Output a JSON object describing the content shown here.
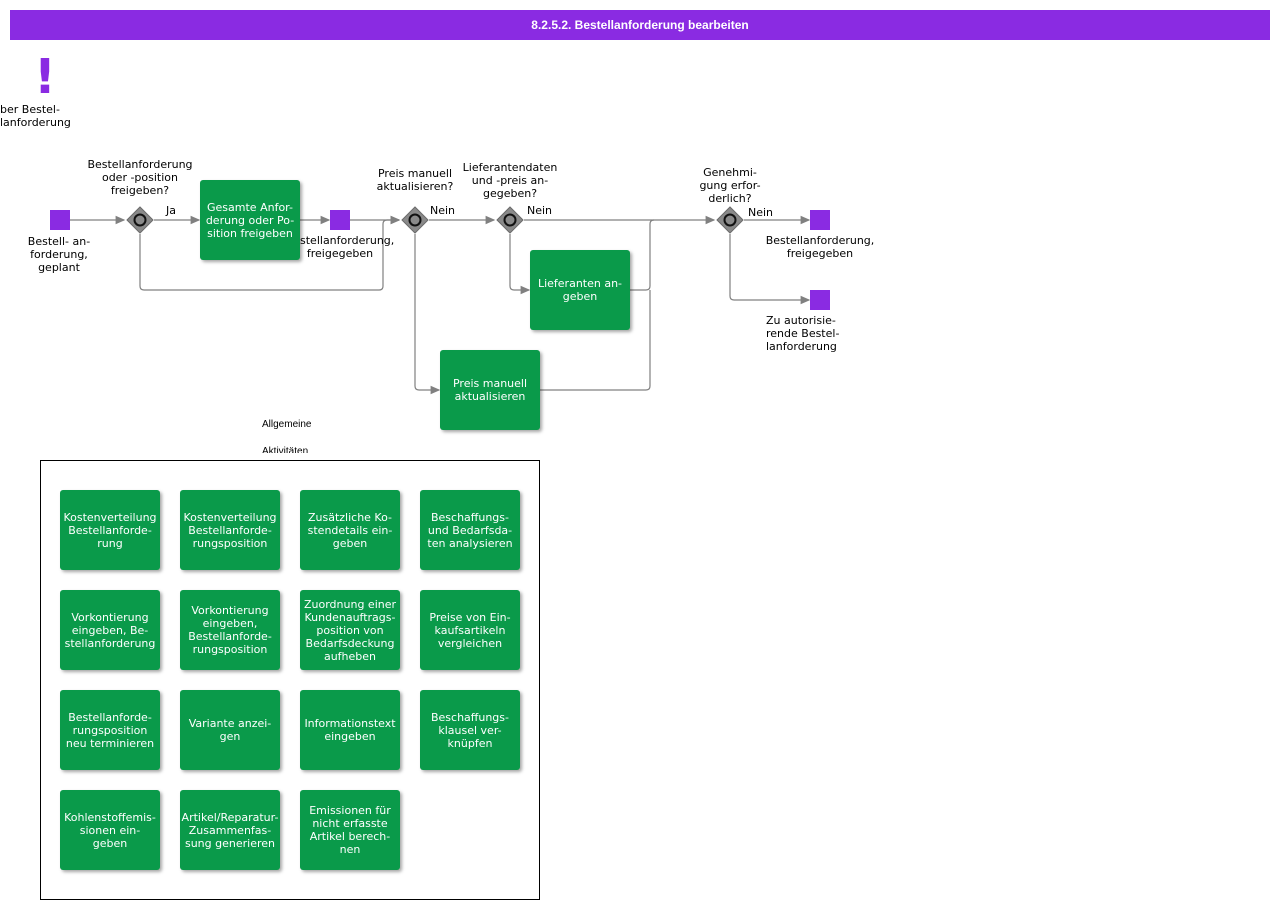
{
  "title": "8.2.5.2. Bestellanforderung bearbeiten",
  "colors": {
    "accent": "#8a2be2",
    "task": "#0a9a4a",
    "gateway": "#8a8a8a",
    "edge": "#808080"
  },
  "note": {
    "icon": "exclamation-icon",
    "label": "ber          Bestel-\nlanforderung"
  },
  "flow": {
    "events": {
      "start": "Bestell- an-\nforderung,\ngeplant",
      "approved_mid": "Bestellanforderung,\nfreigegeben",
      "approved_end": "Bestellanforderung,\nfreigegeben",
      "to_authorize": "Zu            autorisie-\nrende        Bestel-\nlanforderung"
    },
    "gateways": {
      "g1": "Bestellanforderung\noder -position\nfreigeben?",
      "g2": "Preis    manuell\naktualisieren?",
      "g3": "Lieferantendaten\nund  -preis    an-\ngegeben?",
      "g4": "Genehmi-\ngung erfor-\nderlich?"
    },
    "edge_labels": {
      "g1_yes": "Ja",
      "g2_no": "Nein",
      "g3_no": "Nein",
      "g4_no": "Nein"
    },
    "tasks": {
      "release": "Gesamte Anfor-\nderung oder Po-\nsition freigeben",
      "supplier": "Lieferanten an-\ngeben",
      "price": "Preis manuell\naktualisieren"
    }
  },
  "group": {
    "label_line1": "Allgemeine",
    "label_line2": "Aktivitäten",
    "activities": [
      "Kostenverteilung\nBestellanforde-\nrung",
      "Kostenverteilung\nBestellanforde-\nrungsposition",
      "Zusätzliche Ko-\nstendetails ein-\ngeben",
      "Beschaffungs-\nund Bedarfsda-\nten analysieren",
      "Vorkontierung\neingeben, Be-\nstellanforderung",
      "Vorkontierung\neingeben,\nBestellanforde-\nrungsposition",
      "Zuordnung einer\nKundenauftrags-\nposition     von\nBedarfsdeckung\naufheben",
      "Preise von Ein-\nkaufsartikeln\nvergleichen",
      "Bestellanforde-\nrungsposition\nneu terminieren",
      "Variante anzei-\ngen",
      "Informationstext\neingeben",
      "Beschaffungs-\nklausel      ver-\nknüpfen",
      "Kohlenstoffemis-\nsionen       ein-\ngeben",
      "Artikel/Reparatur-\nZusammenfas-\nsung  generieren",
      "Emissionen für\nnicht erfasste\nArtikel berech-\nnen"
    ]
  }
}
